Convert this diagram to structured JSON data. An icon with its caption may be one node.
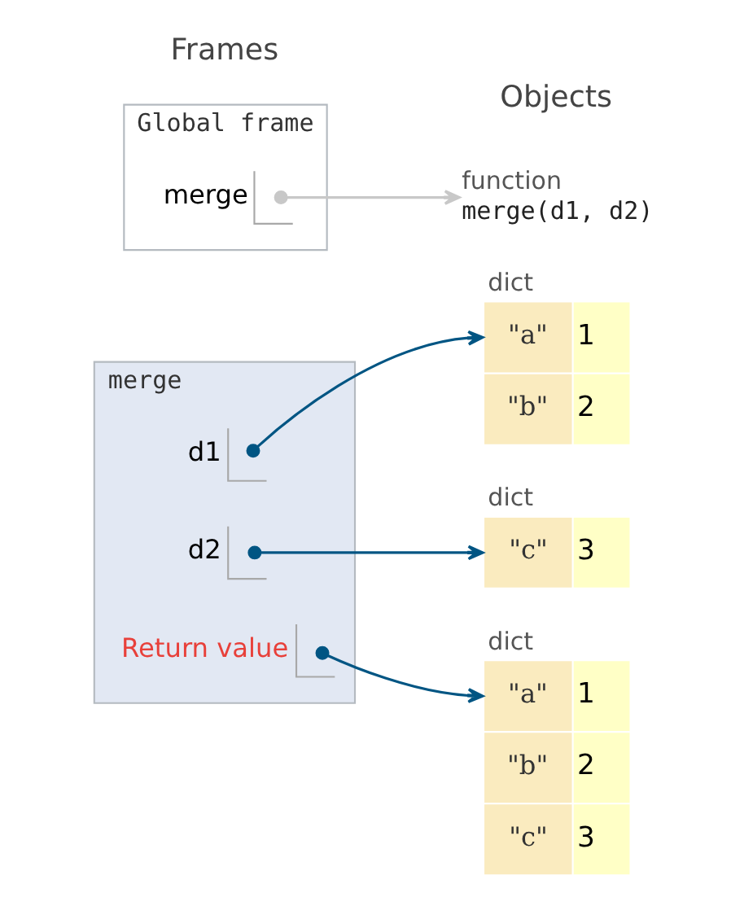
{
  "diagram": {
    "nodes": [
      {
        "text": [
          "Global frame"
        ]
      },
      {
        "text": [
          "merge"
        ],
        "in": 0
      },
      {
        "text": [
          "function",
          "merge(d1, d2)"
        ]
      },
      {
        "text": [
          "merge"
        ]
      },
      {
        "text": [
          "d1"
        ],
        "in": 3
      },
      {
        "text": [
          "d2"
        ],
        "in": 3
      },
      {
        "text": [
          "Return value"
        ],
        "in": 3
      },
      {
        "text": [
          "dict",
          "\"a\"",
          "1",
          "\"b\"",
          "2"
        ]
      },
      {
        "text": [
          "dict",
          "\"c\"",
          "3"
        ]
      },
      {
        "text": [
          "dict",
          "\"a\"",
          "1",
          "\"b\"",
          "2",
          "\"c\"",
          "3"
        ]
      }
    ],
    "edges": [
      {
        "from": 1,
        "to": 2,
        "arrow": "to",
        "color": "#c8c8c8"
      },
      {
        "from": 4,
        "to": 7,
        "arrow": "to"
      },
      {
        "from": 5,
        "to": 8,
        "arrow": "to"
      },
      {
        "from": 6,
        "to": 9,
        "arrow": "to"
      }
    ],
    "labels": [
      "Frames",
      "Objects"
    ]
  }
}
